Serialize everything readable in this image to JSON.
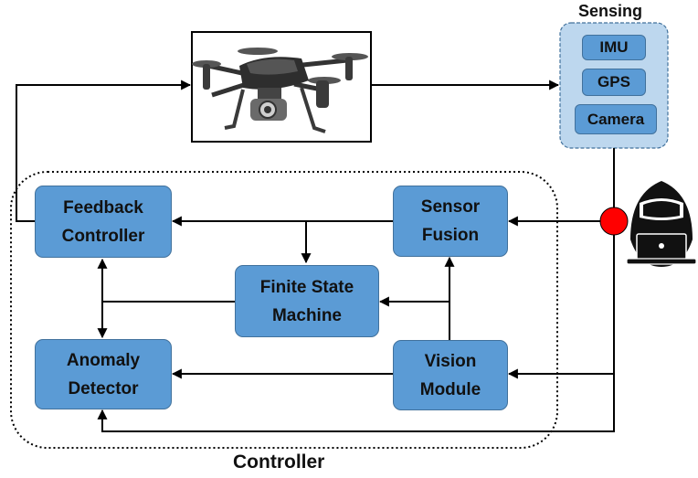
{
  "sensing": {
    "title": "Sensing",
    "items": [
      "IMU",
      "GPS",
      "Camera"
    ]
  },
  "controller": {
    "title": "Controller"
  },
  "blocks": {
    "feedback_controller": [
      "Feedback",
      "Controller"
    ],
    "sensor_fusion": [
      "Sensor",
      "Fusion"
    ],
    "finite_state_machine": [
      "Finite State",
      "Machine"
    ],
    "anomaly_detector": [
      "Anomaly",
      "Detector"
    ],
    "vision_module": [
      "Vision",
      "Module"
    ]
  },
  "colors": {
    "block_fill": "#5b9bd5",
    "block_border": "#41719c",
    "sensing_panel": "#bdd7ee",
    "attack_point": "#ff0000",
    "wire": "#000000"
  },
  "icons": [
    "drone-image",
    "hacker-icon"
  ]
}
